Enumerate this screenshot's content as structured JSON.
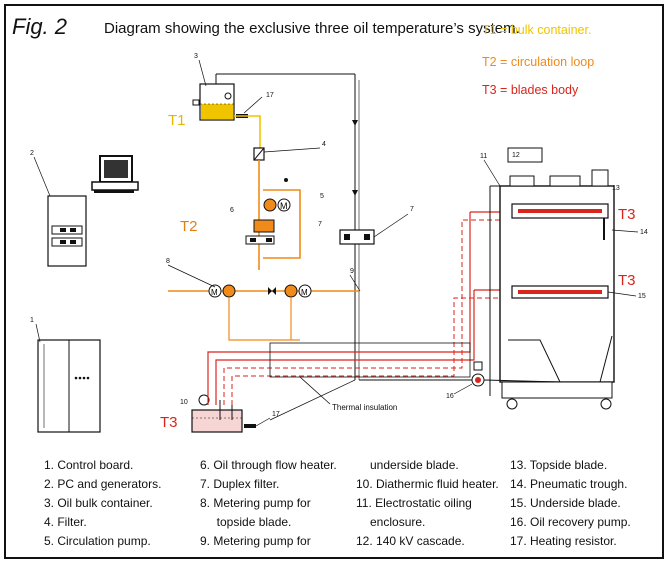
{
  "figure_label": "Fig. 2",
  "title": "Diagram showing the exclusive three oil temperature’s system.",
  "key": {
    "t1": "T1 = bulk container.",
    "t2": "T2 = circulation loop",
    "t3": "T3 = blades body"
  },
  "zone_labels": {
    "t1": "T1",
    "t2": "T2",
    "t3_blade_top": "T3",
    "t3_blade_bottom": "T3",
    "t3_tank": "T3"
  },
  "callouts": [
    "1",
    "2",
    "3",
    "4",
    "5",
    "6",
    "7",
    "8",
    "9",
    "10",
    "11",
    "12",
    "13",
    "14",
    "15",
    "16",
    "17"
  ],
  "insulation_label": "Thermal insulation",
  "colors": {
    "t1": "#f1c400",
    "t2": "#f08a1a",
    "t3": "#d9261c",
    "line": "#111111"
  },
  "legend": {
    "col1": [
      "1.  Control board.",
      "2.  PC and generators.",
      "3.  Oil bulk container.",
      "4.  Filter.",
      "5.  Circulation pump."
    ],
    "col2": [
      "6.  Oil through flow heater.",
      "7.  Duplex filter.",
      "8.  Metering pump for",
      "     topside blade.",
      "9. Metering pump for"
    ],
    "col3": [
      "underside blade.",
      "10. Diathermic fluid heater.",
      "11. Electrostatic oiling",
      "enclosure.",
      "12. 140 kV cascade."
    ],
    "col4": [
      "13. Topside blade.",
      "14. Pneumatic trough.",
      "15. Underside blade.",
      "16. Oil recovery pump.",
      "17. Heating resistor."
    ]
  }
}
